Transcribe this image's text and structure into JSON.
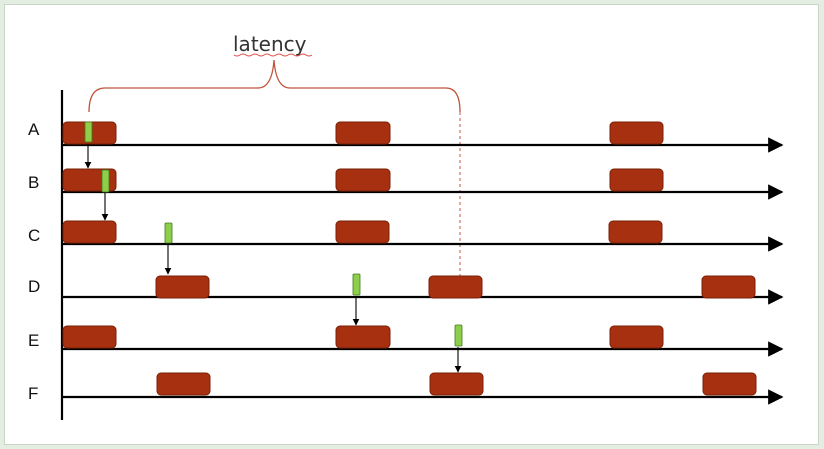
{
  "latency_label": "latency",
  "rows": [
    "A",
    "B",
    "C",
    "D",
    "E",
    "F"
  ],
  "colors": {
    "block": "#a6300f",
    "block_stroke": "#7a2207",
    "marker": "#8fce4a",
    "marker_stroke": "#3e7c1a",
    "brace": "#c0553a",
    "dashed": "#c0553a",
    "axis": "#000000"
  }
}
